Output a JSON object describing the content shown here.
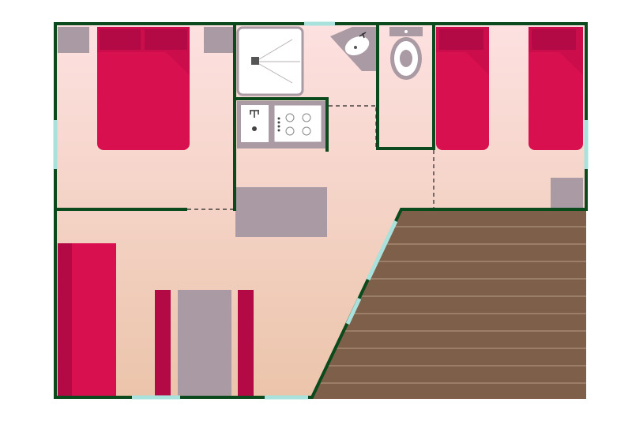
{
  "plan": {
    "colors": {
      "wall": "#0b4a1c",
      "floor_top": "#fde1e1",
      "floor_bottom": "#ebc4aa",
      "bed": "#d9104f",
      "pillow": "#b30a45",
      "furniture_gray": "#a99aa3",
      "window": "#a9e2dc",
      "deck": "#7e604a",
      "deck_line": "#b59c86",
      "fixture": "#ffffff"
    },
    "rooms": [
      "bedroom-double",
      "shower",
      "washbasin",
      "toilet",
      "kitchen",
      "bedroom-twin",
      "living-room",
      "terrace"
    ]
  }
}
